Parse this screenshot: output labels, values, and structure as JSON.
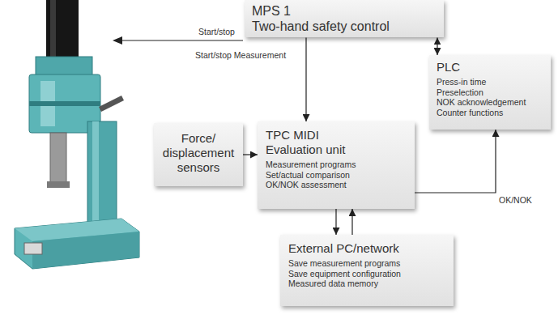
{
  "diagram": {
    "nodes": [
      {
        "text": [
          "MPS 1",
          "Two-hand safety control"
        ]
      },
      {
        "text": [
          "PLC",
          "Press-in time",
          "Preselection",
          "NOK acknowledgement",
          "Counter functions"
        ]
      },
      {
        "text": [
          "Force/ displacement sensors"
        ]
      },
      {
        "text": [
          "TPC MIDI",
          "Evaluation unit",
          "Measurement programs Set/actual comparison OK/NOK assessment"
        ]
      },
      {
        "text": [
          "External PC/network",
          "Save measurement programs",
          "Save equipment configuration",
          "Measured data memory"
        ]
      }
    ],
    "edges": [
      {
        "from": 0,
        "to": 3,
        "label": "Start/stop Measurement",
        "arrow": "to"
      },
      {
        "from": 0,
        "to": 1,
        "arrow": "both"
      },
      {
        "from": 2,
        "to": 3,
        "arrow": "to"
      },
      {
        "from": 3,
        "to": 1,
        "label": "OK/NOK",
        "arrow": "to"
      },
      {
        "from": 3,
        "to": 4,
        "arrow": "to"
      },
      {
        "from": 4,
        "to": 3,
        "arrow": "to"
      }
    ],
    "labels": [
      "Start/stop"
    ]
  }
}
